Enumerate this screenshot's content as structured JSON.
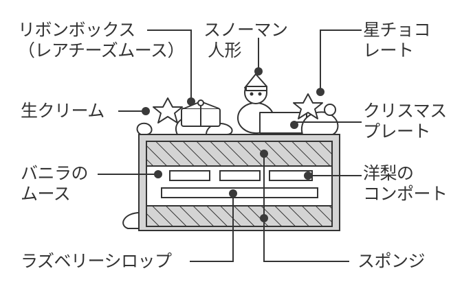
{
  "labels": {
    "ribbon_box": [
      "リボンボックス",
      "（レアチーズムース）"
    ],
    "snowman": [
      "スノーマン",
      "人形"
    ],
    "star_choco": [
      "星チョコ",
      "レート"
    ],
    "fresh_cream": [
      "生クリーム"
    ],
    "christmas_plate": [
      "クリスマス",
      "プレート"
    ],
    "vanilla_mousse": [
      "バニラの",
      "ムース"
    ],
    "pear_compote": [
      "洋梨の",
      "コンポート"
    ],
    "raspberry_syrup": [
      "ラズベリーシロップ"
    ],
    "sponge": [
      "スポンジ"
    ]
  },
  "colors": {
    "line": "#333333",
    "dot": "#3a3a3a",
    "cake_fill": "#d4d4d4",
    "background": "#ffffff"
  }
}
